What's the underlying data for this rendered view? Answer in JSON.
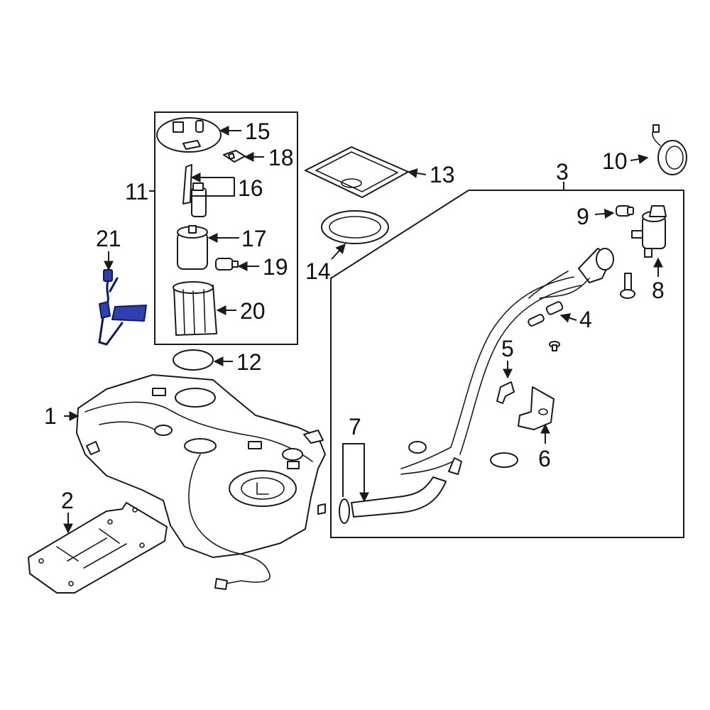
{
  "colors": {
    "line": "#1a1a1a",
    "highlight": "#2f3fae",
    "highlight_outline": "#0d1a66",
    "background": "#ffffff"
  },
  "callouts": {
    "c1": "1",
    "c2": "2",
    "c3": "3",
    "c4": "4",
    "c5": "5",
    "c6": "6",
    "c7": "7",
    "c8": "8",
    "c9": "9",
    "c10": "10",
    "c11": "11",
    "c12": "12",
    "c13": "13",
    "c14": "14",
    "c15": "15",
    "c16": "16",
    "c17": "17",
    "c18": "18",
    "c19": "19",
    "c20": "20",
    "c21": "21"
  },
  "highlighted_part": "21"
}
